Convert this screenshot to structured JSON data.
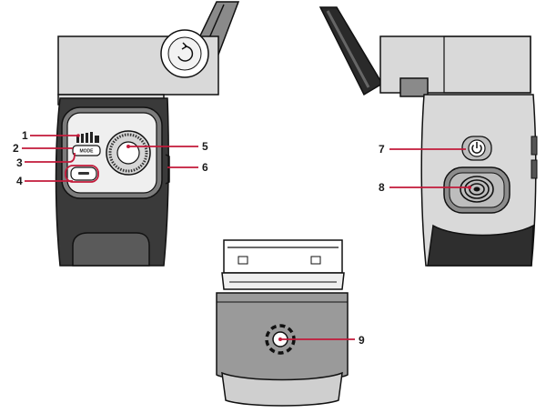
{
  "labels": {
    "l1": "1",
    "l2": "2",
    "l3": "3",
    "l4": "4",
    "l5": "5",
    "l6": "6",
    "l7": "7",
    "l8": "8",
    "l9": "9"
  },
  "mode_button_text": "MODE",
  "colors": {
    "callout": "#c21a3a",
    "outline": "#111111",
    "dark_body": "#3a3a3a",
    "mid_body": "#8a8a8a",
    "light_body": "#d9d9d9"
  },
  "icons": {
    "rotation": "rotate-arrow-icon",
    "power": "power-icon",
    "trigger": "concentric-circles-icon",
    "nfc": "dashed-ring-icon"
  }
}
